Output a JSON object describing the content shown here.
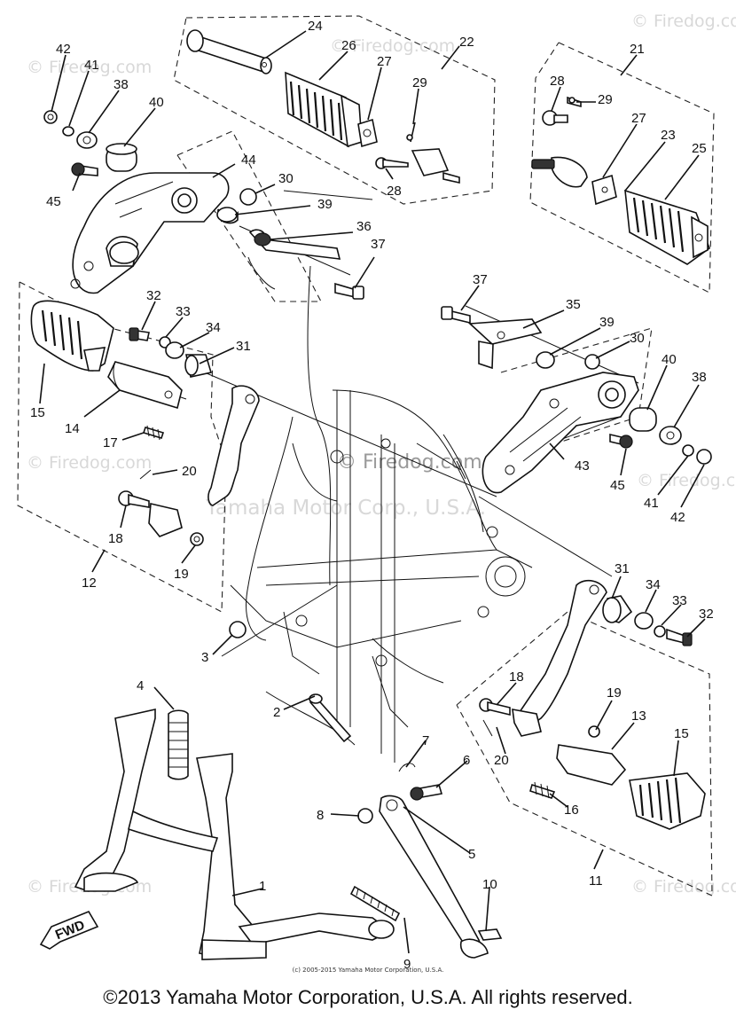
{
  "watermarks": {
    "small": "© Firedog.com",
    "center": "© Firedog.com",
    "company": "Yamaha Motor Corp., U.S.A."
  },
  "fwd_label": "FWD",
  "callouts": {
    "c1": "1",
    "c2": "2",
    "c3": "3",
    "c4": "4",
    "c5": "5",
    "c6": "6",
    "c7": "7",
    "c8": "8",
    "c9": "9",
    "c10": "10",
    "c11": "11",
    "c12": "12",
    "c13": "13",
    "c14": "14",
    "c15a": "15",
    "c15b": "15",
    "c16": "16",
    "c17": "17",
    "c18a": "18",
    "c18b": "18",
    "c19a": "19",
    "c19b": "19",
    "c20a": "20",
    "c20b": "20",
    "c21": "21",
    "c22": "22",
    "c23": "23",
    "c24": "24",
    "c25": "25",
    "c26": "26",
    "c27a": "27",
    "c27b": "27",
    "c28a": "28",
    "c28b": "28",
    "c29a": "29",
    "c29b": "29",
    "c30a": "30",
    "c30b": "30",
    "c31a": "31",
    "c31b": "31",
    "c32a": "32",
    "c32b": "32",
    "c33a": "33",
    "c33b": "33",
    "c34a": "34",
    "c34b": "34",
    "c35": "35",
    "c36": "36",
    "c37a": "37",
    "c37b": "37",
    "c38a": "38",
    "c38b": "38",
    "c39a": "39",
    "c39b": "39",
    "c40a": "40",
    "c40b": "40",
    "c41a": "41",
    "c41b": "41",
    "c42a": "42",
    "c42b": "42",
    "c43": "43",
    "c44": "44",
    "c45a": "45",
    "c45b": "45"
  },
  "small_copyright": "(c) 2005-2015 Yamaha Motor Corporation, U.S.A.",
  "copyright": "©2013 Yamaha Motor Corporation, U.S.A. All rights reserved."
}
